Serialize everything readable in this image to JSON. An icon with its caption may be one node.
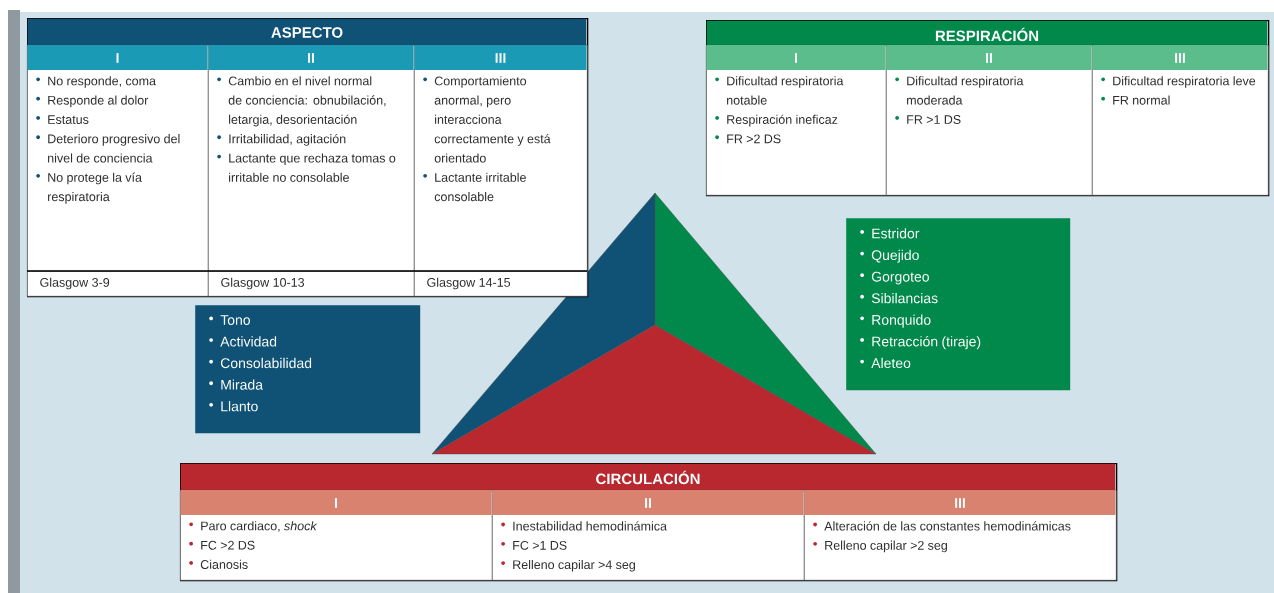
{
  "diagram": {
    "nodes": [
      {
        "text": [
          "ASPECTO"
        ]
      },
      {
        "text": [
          "I",
          "No responde, coma",
          "Responde al dolor",
          "Estatus",
          "Deterioro progresivo del nivel de conciencia",
          "No protege la vía respiratoria"
        ],
        "in": 0
      },
      {
        "text": [
          "II",
          "Cambio en el nivel normal de conciencia: obnubilación, letargia, desorientación",
          "Irritabilidad, agitación",
          "Lactante que rechaza tomas o irritable no consolable"
        ],
        "in": 0
      },
      {
        "text": [
          "III",
          "Comportamiento anormal, pero interacciona correctamente y está orientado",
          "Lactante irritable consolable"
        ],
        "in": 0
      },
      {
        "text": [
          "Glasgow 3-9"
        ],
        "in": 0
      },
      {
        "text": [
          "Glasgow 10-13"
        ],
        "in": 0
      },
      {
        "text": [
          "Glasgow 14-15"
        ],
        "in": 0
      },
      {
        "text": [
          "Tono",
          "Actividad",
          "Consolabilidad",
          "Mirada",
          "Llanto"
        ]
      },
      {
        "text": [
          "RESPIRACIÓN"
        ]
      },
      {
        "text": [
          "I",
          "Dificultad respiratoria notable",
          "Respiración ineficaz",
          "FR >2 DS"
        ],
        "in": 8
      },
      {
        "text": [
          "II",
          "Dificultad respiratoria moderada",
          "FR >1 DS"
        ],
        "in": 8
      },
      {
        "text": [
          "III",
          "Dificultad respiratoria leve",
          "FR normal"
        ],
        "in": 8
      },
      {
        "text": [
          "Estridor",
          "Quejido",
          "Gorgoteo",
          "Sibilancias",
          "Ronquido",
          "Retracción (tiraje)",
          "Aleteo"
        ]
      },
      {
        "text": [
          "CIRCULACIÓN"
        ]
      },
      {
        "text": [
          "I",
          "Paro cardiaco, *shock*",
          "FC >2 DS",
          "Cianosis"
        ],
        "in": 13
      },
      {
        "text": [
          "II",
          "Inestabilidad hemodinámica",
          "FC >1 DS",
          "Relleno capilar >4 seg"
        ],
        "in": 13
      },
      {
        "text": [
          "III",
          "Alteración de las constantes hemodinámicas",
          "Relleno capilar >2 seg"
        ],
        "in": 13
      }
    ]
  }
}
